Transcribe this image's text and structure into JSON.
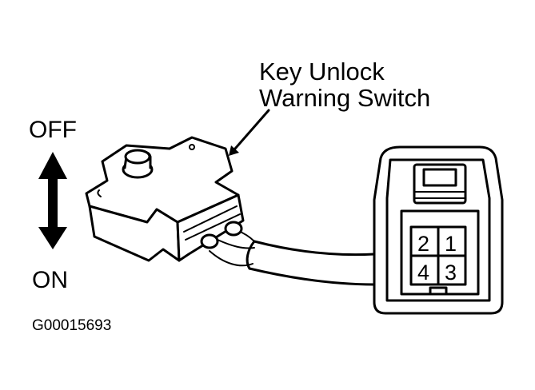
{
  "callout": {
    "line1": "Key Unlock",
    "line2": "Warning Switch"
  },
  "positions": {
    "off_label": "OFF",
    "on_label": "ON"
  },
  "connector": {
    "pins": [
      "2",
      "1",
      "4",
      "3"
    ]
  },
  "figure_code": "G00015693"
}
